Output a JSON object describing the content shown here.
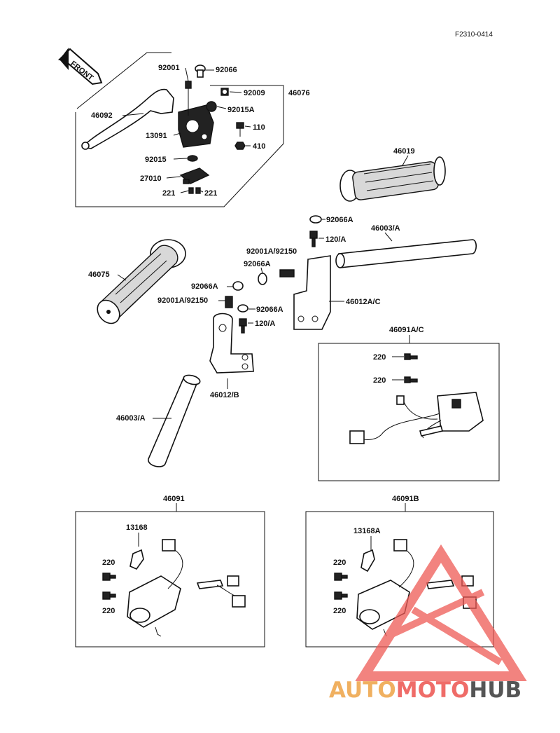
{
  "figure_code": "F2310-0414",
  "front_arrow": "FRONT",
  "labels": {
    "p92001": "92001",
    "p92066": "92066",
    "p92009": "92009",
    "p46076": "46076",
    "p46092": "46092",
    "p92015A": "92015A",
    "p13091": "13091",
    "p110": "110",
    "p410": "410",
    "p92015": "92015",
    "p27010": "27010",
    "p221a": "221",
    "p221b": "221",
    "p46019": "46019",
    "p92066A_1": "92066A",
    "p46003A_1": "46003/A",
    "p120A_1": "120/A",
    "p92001A_92150_1": "92001A/92150",
    "p92066A_2": "92066A",
    "p46075": "46075",
    "p92066A_3": "92066A",
    "p46012AC": "46012A/C",
    "p92001A_92150_2": "92001A/92150",
    "p92066A_4": "92066A",
    "p120A_2": "120/A",
    "p46091AC": "46091A/C",
    "p220_1": "220",
    "p220_2": "220",
    "p46012B": "46012/B",
    "p46003A_2": "46003/A",
    "p46091": "46091",
    "p13168": "13168",
    "p220_3": "220",
    "p220_4": "220",
    "p46091B": "46091B",
    "p13168A": "13168A",
    "p220_5": "220",
    "p220_6": "220"
  },
  "watermark": {
    "part1": "AUTO",
    "part2": "MOTO",
    "part3": "HUB"
  },
  "colors": {
    "watermark_orange": "#f0b060",
    "watermark_red": "#ef6c68",
    "watermark_gray": "#555555"
  }
}
